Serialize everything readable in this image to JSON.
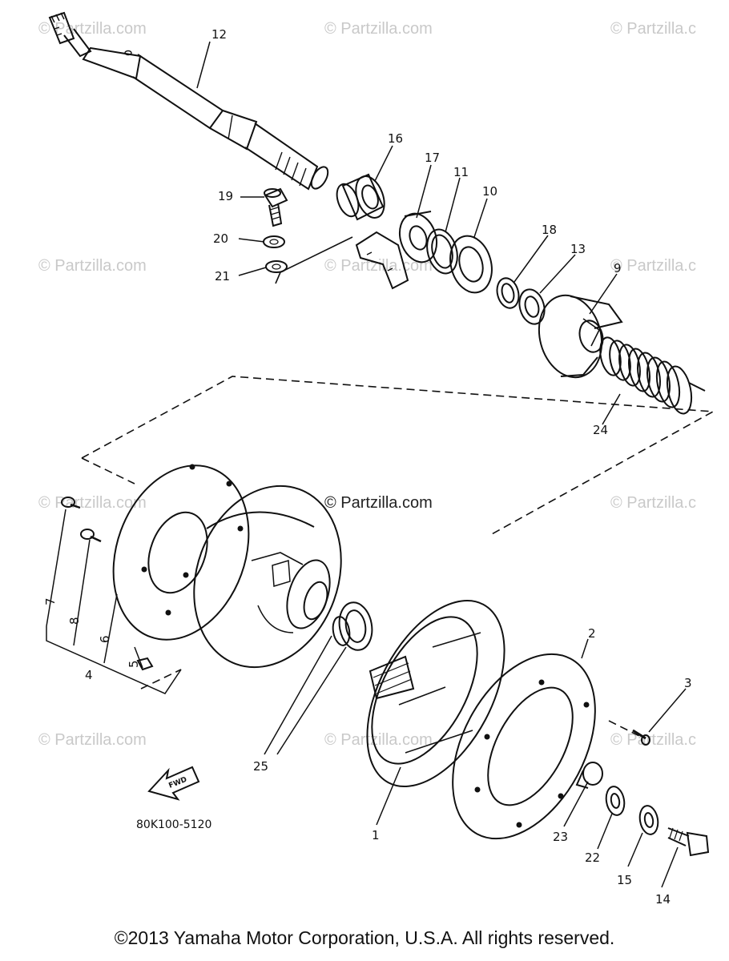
{
  "watermark": "© Partzilla.com",
  "watermark_short": "© Partzilla.c",
  "drawing_code": "80K100-5120",
  "forward_arrow_label": "FWD",
  "copyright": "©2013  Yamaha Motor Corporation, U.S.A. All rights reserved.",
  "callouts": {
    "p1": "1",
    "p2": "2",
    "p3": "3",
    "p4": "4",
    "p5": "5",
    "p6": "6",
    "p7": "7",
    "p8": "8",
    "p9": "9",
    "p10": "10",
    "p11": "11",
    "p12": "12",
    "p13": "13",
    "p14": "14",
    "p15": "15",
    "p16": "16",
    "p17": "17",
    "p18": "18",
    "p19": "19",
    "p20": "20",
    "p21": "21",
    "p22": "22",
    "p23": "23",
    "p24": "24",
    "p25": "25"
  }
}
